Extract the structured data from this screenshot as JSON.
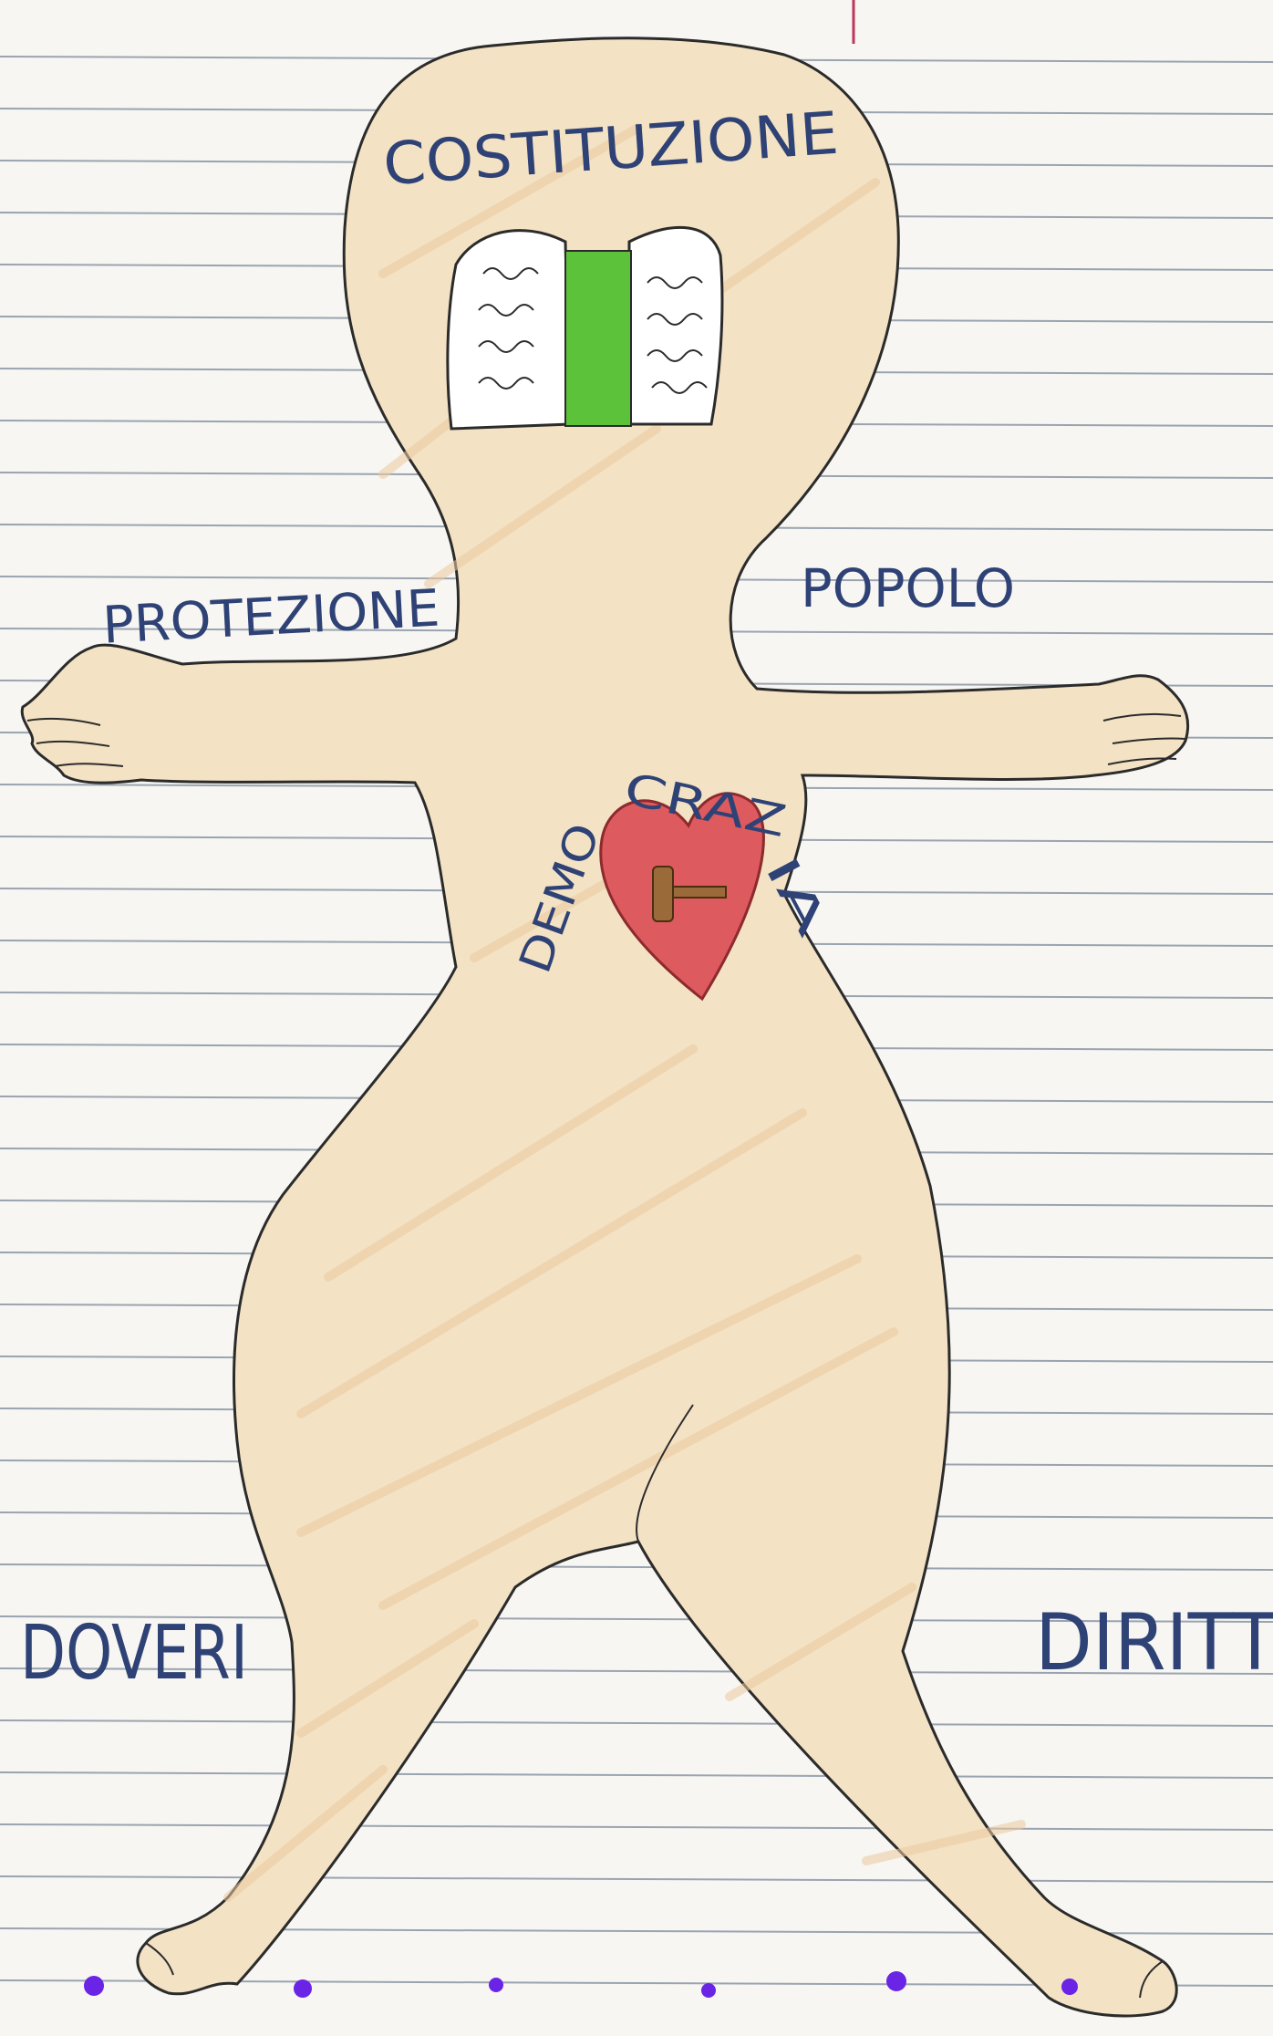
{
  "drawing": {
    "labels": {
      "head": "COSTITUZIONE",
      "left_arm": "PROTEZIONE",
      "right_arm": "POPOLO",
      "heart_left": "DEMO",
      "heart_top": "CRAZ",
      "heart_right": "IA",
      "left_leg": "DOVERI",
      "right_leg": "DIRITTI"
    },
    "colors": {
      "paper": "#f7f6f2",
      "ruled_line": "#9aa4b0",
      "margin_line": "#c0355a",
      "body_fill": "#f3e2c4",
      "body_shade": "#ecc9a0",
      "outline": "#2b2b2b",
      "ink": "#2f4276",
      "book_green": "#5cc23a",
      "heart_red": "#dd5a5e",
      "gavel_brown": "#9a6a38",
      "dot_purple": "#6a24e6"
    },
    "icons": [
      "book-icon",
      "heart-icon",
      "gavel-icon"
    ]
  }
}
